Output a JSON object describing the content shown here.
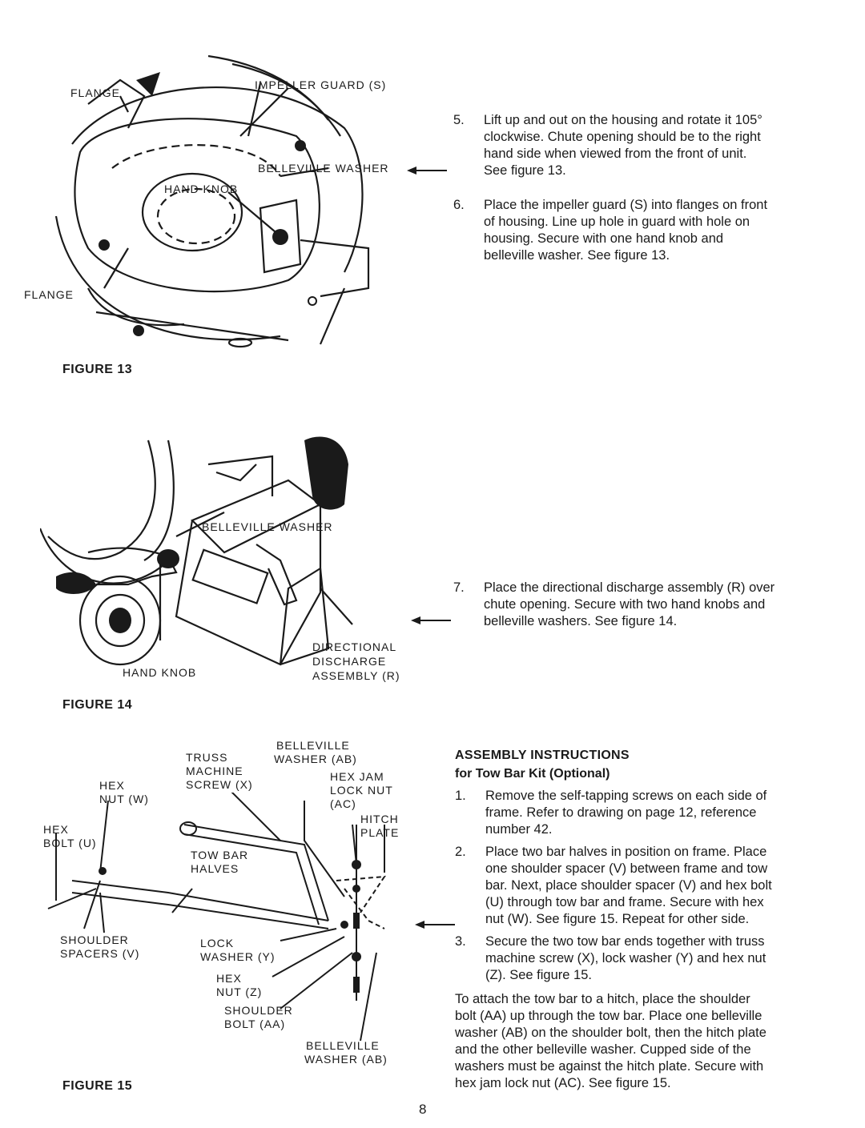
{
  "figure13": {
    "caption": "FIGURE 13",
    "labels": {
      "flange_top": "FLANGE",
      "impeller_guard": "IMPELLER GUARD (S)",
      "belleville_washer": "BELLEVILLE WASHER",
      "hand_knob": "HAND KNOB",
      "flange_bottom": "FLANGE"
    }
  },
  "figure14": {
    "caption": "FIGURE 14",
    "labels": {
      "belleville_washer": "BELLEVILLE WASHER",
      "directional_1": "DIRECTIONAL",
      "directional_2": "DISCHARGE",
      "directional_3": "ASSEMBLY (R)",
      "hand_knob": "HAND KNOB"
    }
  },
  "figure15": {
    "caption": "FIGURE 15",
    "labels": {
      "belleville_top_1": "BELLEVILLE",
      "belleville_top_2": "WASHER (AB)",
      "truss_1": "TRUSS",
      "truss_2": "MACHINE",
      "truss_3": "SCREW (X)",
      "hex_jam_1": "HEX JAM",
      "hex_jam_2": "LOCK NUT",
      "hex_jam_3": "(AC)",
      "hex_nut_w_1": "HEX",
      "hex_nut_w_2": "NUT (W)",
      "hitch_1": "HITCH",
      "hitch_2": "PLATE",
      "hex_bolt_1": "HEX",
      "hex_bolt_2": "BOLT (U)",
      "tow_bar_1": "TOW BAR",
      "tow_bar_2": "HALVES",
      "shoulder_spacers_1": "SHOULDER",
      "shoulder_spacers_2": "SPACERS (V)",
      "lock_washer_1": "LOCK",
      "lock_washer_2": "WASHER (Y)",
      "hex_nut_z_1": "HEX",
      "hex_nut_z_2": "NUT (Z)",
      "shoulder_bolt_1": "SHOULDER",
      "shoulder_bolt_2": "BOLT (AA)",
      "belleville_bottom_1": "BELLEVILLE",
      "belleville_bottom_2": "WASHER (AB)"
    }
  },
  "steps_top": [
    {
      "num": "5.",
      "lines": [
        "Lift up and out on the housing and rotate it 105°",
        "clockwise. Chute opening should be to the right",
        "hand side when viewed from the front of unit.",
        "See figure 13."
      ]
    },
    {
      "num": "6.",
      "lines": [
        "Place the impeller guard (S) into flanges on front",
        "of housing. Line up hole in guard with hole on",
        "housing. Secure with one hand knob and",
        "belleville washer. See figure 13."
      ]
    }
  ],
  "step7": {
    "num": "7.",
    "lines": [
      "Place the directional discharge assembly (R) over",
      "chute opening. Secure with two hand knobs and",
      "belleville washers. See figure 14."
    ]
  },
  "assembly": {
    "title": "ASSEMBLY INSTRUCTIONS",
    "subtitle": "for Tow Bar Kit (Optional)",
    "steps": [
      {
        "num": "1.",
        "lines": [
          "Remove the self-tapping screws on each side of",
          "frame. Refer to drawing on page 12, reference",
          "number 42."
        ]
      },
      {
        "num": "2.",
        "lines": [
          "Place two bar halves in position on frame. Place",
          "one shoulder spacer (V) between frame and tow",
          "bar. Next, place shoulder spacer (V) and hex bolt",
          "(U) through tow bar and frame. Secure with hex",
          "nut (W). See figure 15. Repeat for other side."
        ]
      },
      {
        "num": "3.",
        "lines": [
          "Secure the two tow bar ends together with truss",
          "machine screw (X), lock washer (Y) and hex nut",
          "(Z). See figure 15."
        ]
      }
    ],
    "closing": [
      "To attach the tow bar to a hitch, place the shoulder",
      "bolt (AA) up through the tow bar. Place one belleville",
      "washer (AB) on the shoulder bolt, then the hitch plate",
      "and the other belleville washer. Cupped side of the",
      "washers must be against the hitch plate. Secure with",
      "hex jam lock nut (AC). See figure 15."
    ]
  },
  "page_number": "8"
}
